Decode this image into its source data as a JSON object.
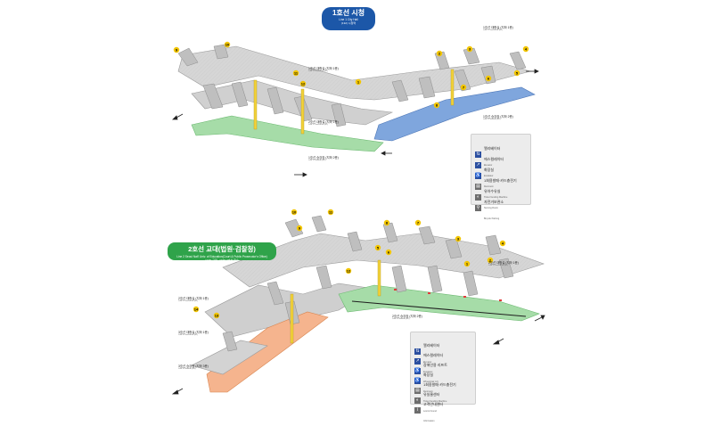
{
  "station1": {
    "title_ko": "1호선 시청",
    "title_en": "Line 1 City Hall",
    "title_code": "(132) 시청역",
    "floors": [
      {
        "ko": "1호선 대합실 (지하 1층)",
        "en": "Line 1 Concourse (B1)"
      },
      {
        "ko": "2호선 대합실 (지하 1층)",
        "en": "Line 2 Concourse (B1)"
      },
      {
        "ko": "1호선 승강장 (지하 2층)",
        "en": "Line 1 Platform (B2)"
      }
    ],
    "exits": [
      "1",
      "2",
      "3",
      "4",
      "5",
      "6",
      "7",
      "8",
      "9",
      "10",
      "11",
      "12"
    ]
  },
  "station2": {
    "title_ko": "2호선 교대(법원·검찰청)",
    "title_en": "Line 2 Seoul Nat'l Univ. of Education(Court & Public Prosecutor's Office)",
    "title_code": "(223) 교대 · (340) 3호선 환승",
    "floors": [
      {
        "ko": "2호선 대합실 (지하 1층)",
        "en": "Line 2 Concourse (B1)"
      },
      {
        "ko": "3호선 대합실 (지하 1층)",
        "en": "Line 3 Concourse (B1)"
      },
      {
        "ko": "3호선 승강장 (지하 3층)",
        "en": "Line 3 Platform (B3)"
      },
      {
        "ko": "2호선 승강장 (지하 2층)",
        "en": "Line 2 Platform (B2)"
      }
    ],
    "exits": [
      "1",
      "2",
      "3",
      "4",
      "5",
      "6",
      "7",
      "8",
      "9",
      "10",
      "11",
      "12",
      "13",
      "14"
    ]
  },
  "legend1": [
    {
      "icon": "elevator-icon",
      "glyph": "⇅",
      "ko": "엘리베이터",
      "en": "Elevator"
    },
    {
      "icon": "escalator-icon",
      "glyph": "↗",
      "ko": "에스컬레이터",
      "en": "Escalator"
    },
    {
      "icon": "restroom-icon",
      "glyph": "♿",
      "ko": "화장실",
      "en": "Restroom"
    },
    {
      "icon": "ticket-machine-icon",
      "glyph": "▤",
      "ko": "1회용발매·카드충전기",
      "en": "Ticket Vending Machine"
    },
    {
      "icon": "nursing-room-icon",
      "glyph": "◐",
      "ko": "유아수유실",
      "en": "Nursing Room"
    },
    {
      "icon": "bicycle-icon",
      "glyph": "⚲",
      "ko": "자전거보관소",
      "en": "Bicycle Parking"
    }
  ],
  "legend2": [
    {
      "icon": "elevator-icon",
      "glyph": "⇅",
      "ko": "엘리베이터",
      "en": "Elevator"
    },
    {
      "icon": "escalator-icon",
      "glyph": "↗",
      "ko": "에스컬레이터",
      "en": "Escalator"
    },
    {
      "icon": "wheelchair-lift-icon",
      "glyph": "♿",
      "ko": "장애인용 리프트",
      "en": "Wheelchair Lift"
    },
    {
      "icon": "restroom-icon",
      "glyph": "♿",
      "ko": "화장실",
      "en": "Restroom"
    },
    {
      "icon": "ticket-machine-icon",
      "glyph": "▤",
      "ko": "1회용발매·카드충전기",
      "en": "Ticket Vending Machine"
    },
    {
      "icon": "lost-found-icon",
      "glyph": "◐",
      "ko": "유실물센터",
      "en": "Lost & Found"
    },
    {
      "icon": "info-icon",
      "glyph": "i",
      "ko": "고객안내센터",
      "en": "Information"
    }
  ],
  "colors": {
    "line1": "#1c57a8",
    "line2": "#2fa34a",
    "line3": "#f07a2a",
    "concourse": "#d9d9d9",
    "exit_badge": "#f2c500",
    "track_line1": "#6f9ad8",
    "track_line2": "#9fd9a4",
    "track_line3": "#f5b48e"
  }
}
